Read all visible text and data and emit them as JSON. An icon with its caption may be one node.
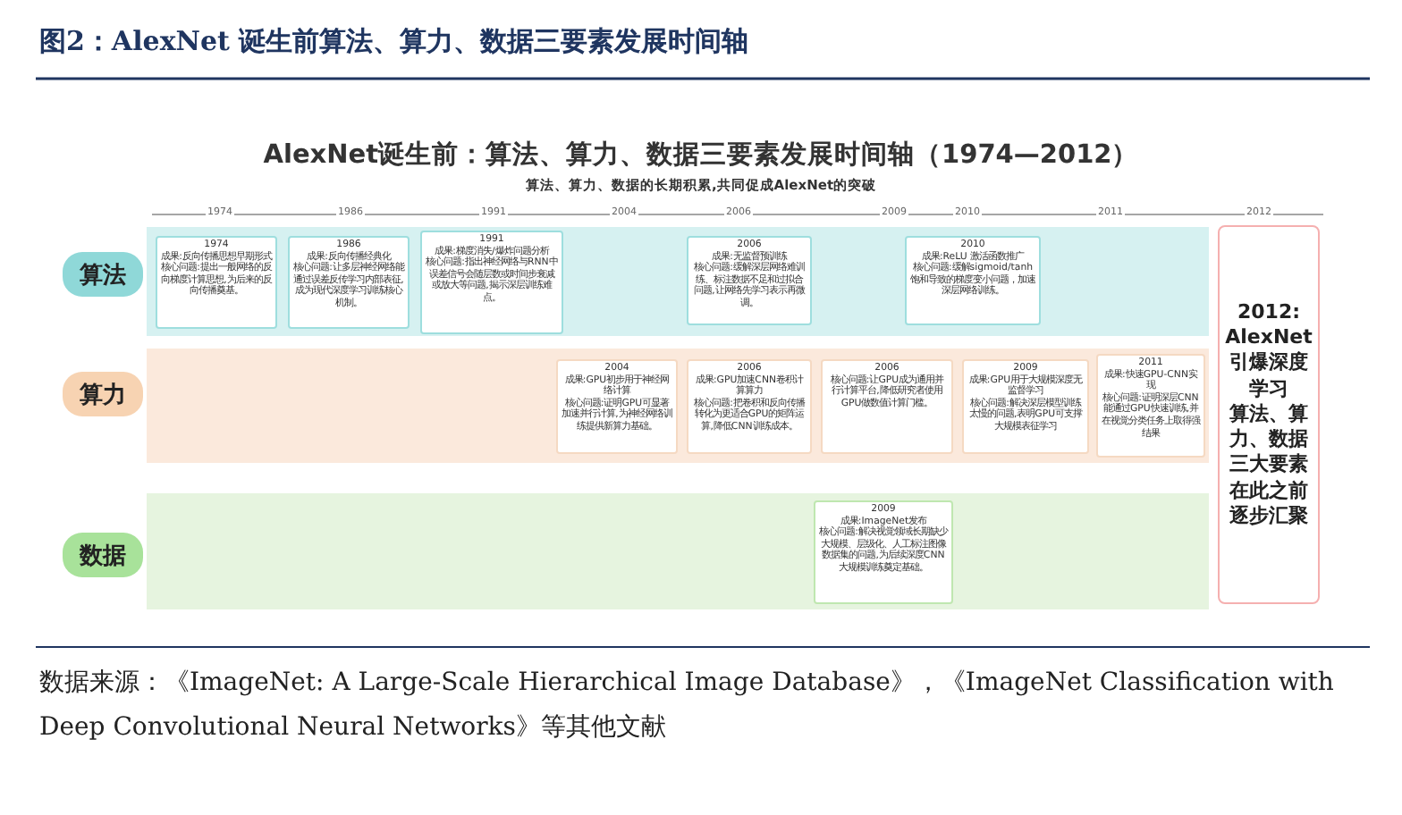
{
  "diagram": {
    "title": "图2：AlexNet 诞生前算法、算力、数据三要素发展时间轴",
    "caption": "数据来源：《ImageNet: A Large-Scale Hierarchical Image Database》，《ImageNet Classification with Deep Convolutional Neural Networks》等其他文献",
    "nodes": [
      {
        "text": [
          "算法"
        ]
      },
      {
        "text": [
          "1974",
          "成果:反向传播思想早期形式",
          "核心问题:提出一般网络的反向梯度计算思想,为后来的反向传播奠基。"
        ]
      },
      {
        "text": [
          "1986",
          "成果:反向传播经典化",
          "核心问题:让多层神经网络能通过误差反传学习内部表征,成为现代深度学习训练核心机制。"
        ]
      },
      {
        "text": [
          "1991",
          "成果:梯度消失/爆炸问题分析",
          "核心问题:指出神经网络与RNN中误差信号会随层数或时间步衰减或放大等问题,揭示深层训练难点。"
        ]
      },
      {
        "text": [
          "2006",
          "成果:无监督预训练",
          "核心问题:缓解深层网络难训练、标注数据不足和过拟合问题,让网络先学习表示再微调。"
        ]
      },
      {
        "text": [
          "2010",
          "成果:ReLU 激活函数推广",
          "核心问题:缓解sigmoid/tanh饱和导致的梯度变小问题，加速深层网络训练。"
        ]
      },
      {
        "text": [
          "算力"
        ]
      },
      {
        "text": [
          "2004",
          "成果:GPU初步用于神经网络计算",
          "核心问题:证明GPU可显著加速并行计算,为神经网络训练提供新算力基础。"
        ]
      },
      {
        "text": [
          "2006",
          "成果:GPU加速CNN卷积计算算力",
          "核心问题:把卷积和反向传播转化为更适合GPU的矩阵运算,降低CNN训练成本。"
        ]
      },
      {
        "text": [
          "2006",
          "核心问题:让GPU成为通用并行计算平台,降低研究者使用GPU做数值计算门槛。"
        ]
      },
      {
        "text": [
          "2009",
          "成果:GPU用于大规模深度无监督学习",
          "核心问题:解决深层模型训练太慢的问题,表明GPU可支撑大规模表征学习"
        ]
      },
      {
        "text": [
          "2011",
          "成果:快速GPU-CNN实现",
          "核心问题:证明深层CNN能通过GPU快速训练,并在视觉分类任务上取得强结果"
        ]
      },
      {
        "text": [
          "数据"
        ]
      },
      {
        "text": [
          "2009",
          "成果:ImageNet发布",
          "核心问题:解决视觉领域长期缺少大规模、层级化、人工标注图像数据集的问题,为后续深度CNN大规模训练奠定基础。"
        ]
      },
      {
        "text": [
          "2012: AlexNet引爆深度学习",
          "算法、算力、数据三大要素在此之前逐步汇聚"
        ]
      }
    ],
    "labels": [
      "AlexNet诞生前：算法、算力、数据三要素发展时间轴（1974—2012）",
      "算法、算力、数据的长期积累,共同促成AlexNet的突破",
      "1974",
      "1986",
      "1991",
      "2004",
      "2006",
      "2009",
      "2010",
      "2011",
      "2012"
    ]
  }
}
